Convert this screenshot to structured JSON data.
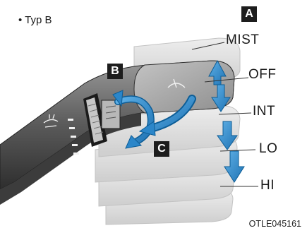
{
  "figure": {
    "variant_label": "• Typ B",
    "positions": [
      "MIST",
      "OFF",
      "INT",
      "LO",
      "HI"
    ],
    "badges": {
      "a": "A",
      "b": "B",
      "c": "C"
    },
    "image_code": "OTLE045161"
  },
  "colors": {
    "arrow_fill": "#2b86c9",
    "arrow_edge": "#0d5d96",
    "lever_dark": "#2b2b2b",
    "lever_light": "#cfcfcf",
    "badge_bg": "#1d1d1d"
  }
}
